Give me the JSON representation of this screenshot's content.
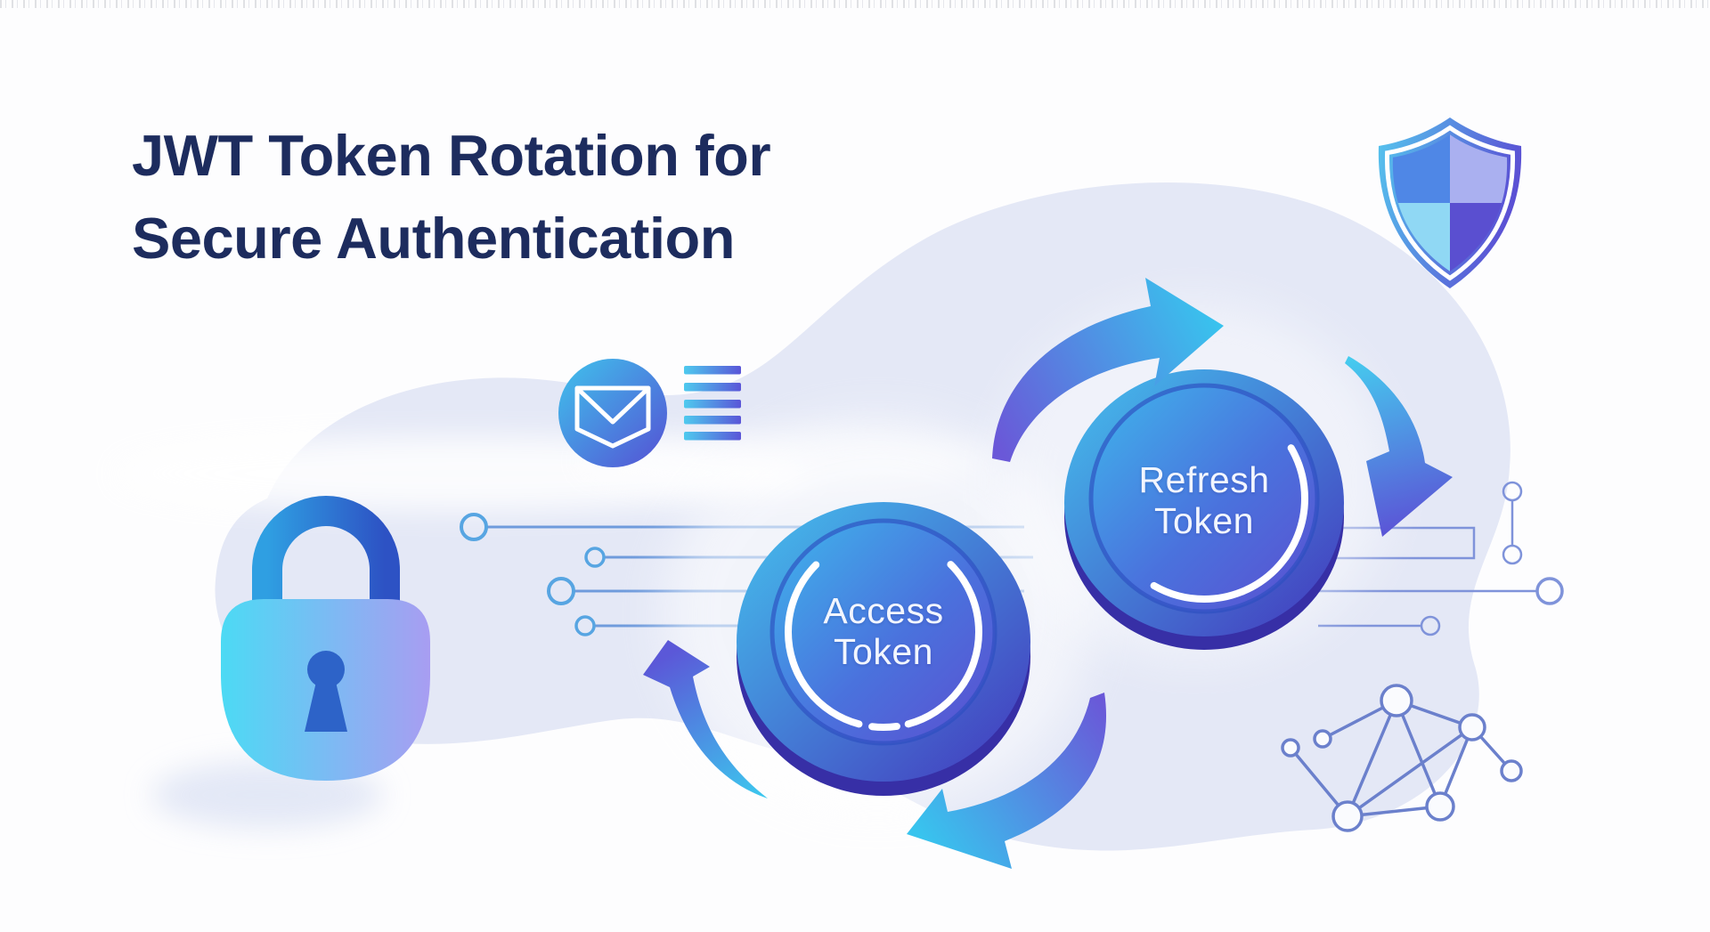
{
  "title": {
    "line1": "JWT Token Rotation for",
    "line2": "Secure Authentication"
  },
  "coins": {
    "access": {
      "line1": "Access",
      "line2": "Token"
    },
    "refresh": {
      "line1": "Refresh",
      "line2": "Token"
    }
  },
  "icons": [
    "shield-icon",
    "padlock-icon",
    "email-icon",
    "list-lines-icon",
    "network-graph-icon",
    "circuit-lines",
    "rotation-arrows"
  ],
  "colors": {
    "background": "#fdfdfe",
    "blob": "#e4e8f6",
    "title_text": "#1d2c5e",
    "coin_face_cyan": "#3fb6ec",
    "coin_face_indigo": "#5b4ed0",
    "coin_depth": "#372fa6",
    "arrow_cyan": "#38c4ee",
    "arrow_purple": "#6a58d8",
    "lock_body_cyan": "#4cdaf4",
    "lock_body_purple": "#a89df2",
    "lock_keyhole": "#2d63c8",
    "shield_quadrants": [
      "#4f87e6",
      "#aab0f0",
      "#90d8f4",
      "#5a4fd0"
    ],
    "circuit_stroke": "#6f9bdc",
    "network_stroke": "#6b80cc",
    "label_text": "#ffffff"
  }
}
